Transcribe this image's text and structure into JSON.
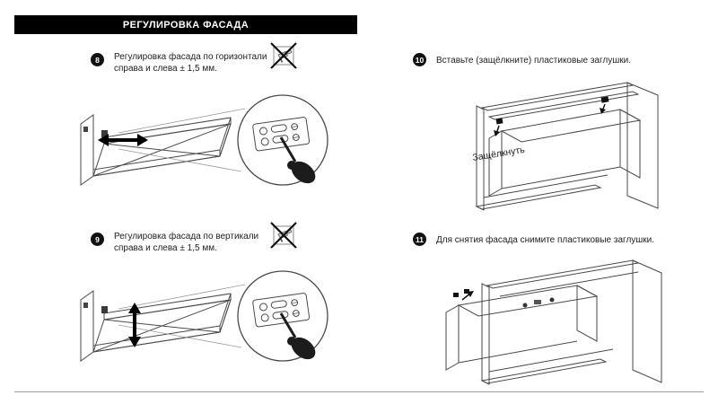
{
  "header": {
    "title": "РЕГУЛИРОВКА ФАСАДА"
  },
  "steps": [
    {
      "number": "8",
      "line1": "Регулировка фасада по горизонтали",
      "line2": "справа и слева ± 1,5 мм."
    },
    {
      "number": "9",
      "line1": "Регулировка фасада по вертикали",
      "line2": "справа и слева ± 1,5 мм."
    },
    {
      "number": "10",
      "line1": "Вставьте (защёлкните) пластиковые заглушки.",
      "line2": ""
    },
    {
      "number": "11",
      "line1": "Для снятия фасада снимите пластиковые заглушки.",
      "line2": ""
    }
  ],
  "labels": {
    "snap": "Защёлкнуть"
  },
  "colors": {
    "header_bg": "#000000",
    "header_text": "#ffffff",
    "line_art": "#4a4a4a"
  }
}
